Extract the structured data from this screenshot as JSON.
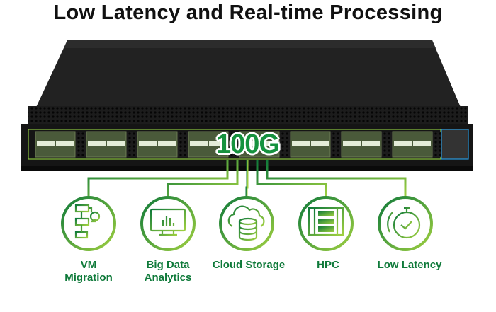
{
  "title": "Low Latency and Real-time Processing",
  "badge": "100G",
  "colors": {
    "green_dark": "#0f7a3a",
    "green_light": "#8cc63f",
    "chassis": "#1a1a1a"
  },
  "applications": [
    {
      "label_line1": "VM",
      "label_line2": "Migration",
      "icon": "flowchart-migration-icon"
    },
    {
      "label_line1": "Big Data",
      "label_line2": "Analytics",
      "icon": "monitor-chart-icon"
    },
    {
      "label_line1": "Cloud Storage",
      "label_line2": "",
      "icon": "cloud-database-icon"
    },
    {
      "label_line1": "HPC",
      "label_line2": "",
      "icon": "server-rack-icon"
    },
    {
      "label_line1": "Low Latency",
      "label_line2": "",
      "icon": "stopwatch-icon"
    }
  ]
}
